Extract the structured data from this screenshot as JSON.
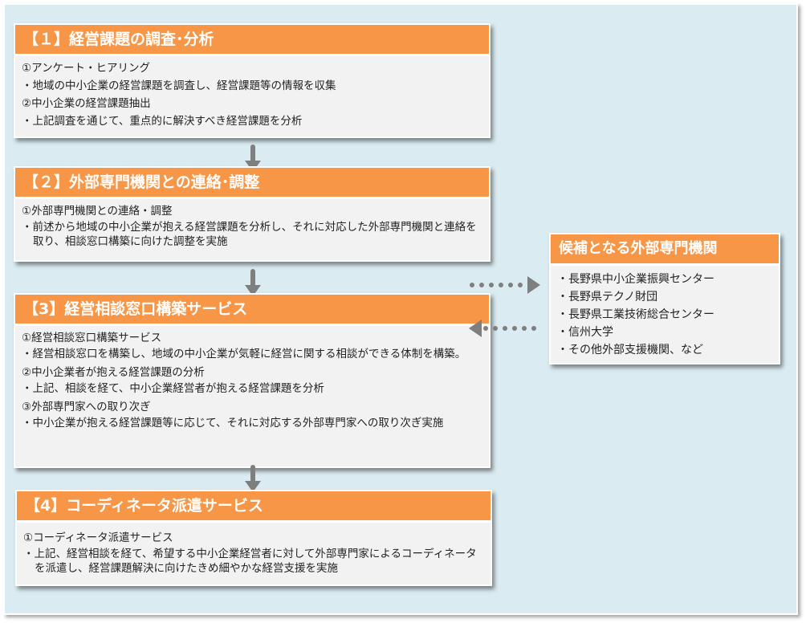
{
  "steps": [
    {
      "title": "【１】経営課題の調査･分析",
      "lines": [
        {
          "type": "item",
          "text": "①アンケート・ヒアリング"
        },
        {
          "type": "bullet",
          "text": "・地域の中小企業の経営課題を調査し、経営課題等の情報を収集"
        },
        {
          "type": "item",
          "text": "②中小企業の経営課題抽出"
        },
        {
          "type": "bullet",
          "text": "・上記調査を通じて、重点的に解決すべき経営課題を分析"
        }
      ]
    },
    {
      "title": "【２】外部専門機関との連絡･調整",
      "lines": [
        {
          "type": "item",
          "text": "①外部専門機関との連絡・調整"
        },
        {
          "type": "bullet",
          "text": "・前述から地域の中小企業が抱える経営課題を分析し、それに対応した外部専門機関と連絡を取り、相談窓口構築に向けた調整を実施"
        }
      ]
    },
    {
      "title": "【3】経営相談窓口構築サービス",
      "lines": [
        {
          "type": "item",
          "text": "①経営相談窓口構築サービス"
        },
        {
          "type": "bullet",
          "text": "・経営相談窓口を構築し、地域の中小企業が気軽に経営に関する相談ができる体制を構築。"
        },
        {
          "type": "item",
          "text": "②中小企業者が抱える経営課題の分析"
        },
        {
          "type": "bullet",
          "text": "・上記、相談を経て、中小企業経営者が抱える経営課題を分析"
        },
        {
          "type": "item",
          "text": "③外部専門家への取り次ぎ"
        },
        {
          "type": "bullet",
          "text": "・中小企業が抱える経営課題等に応じて、それに対応する外部専門家への取り次ぎ実施"
        }
      ]
    },
    {
      "title": "【4】コーディネータ派遣サービス",
      "lines": [
        {
          "type": "item",
          "text": "①コーディネータ派遣サービス"
        },
        {
          "type": "bullet",
          "text": "・上記、経営相談を経て、希望する中小企業経営者に対して外部専門家によるコーディネータを派遣し、経営課題解決に向けたきめ細やかな経営支援を実施"
        }
      ]
    }
  ],
  "side_box": {
    "title": "候補となる外部専門機関",
    "items": [
      "・長野県中小企業振興センター",
      "・長野県テクノ財団",
      "・長野県工業技術総合センター",
      "・信州大学",
      "・その他外部支援機関、など"
    ]
  },
  "colors": {
    "header_orange": "#F79646",
    "frame_blue": "#DAECF2",
    "body_gray": "#F2F2F2",
    "arrow_gray": "#7F7F7F"
  }
}
